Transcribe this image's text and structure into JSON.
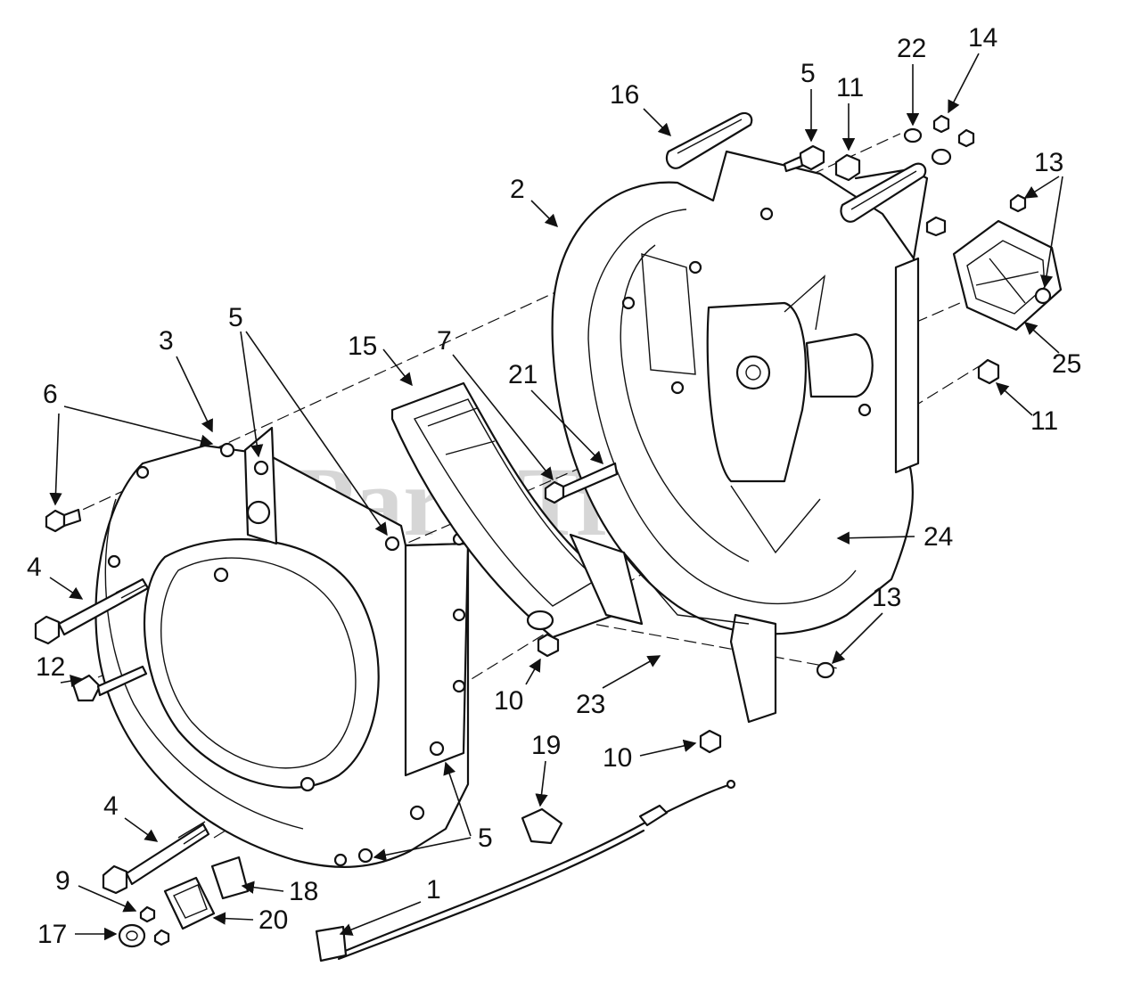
{
  "watermark": {
    "brand": "PartsTree",
    "trademark": "TM"
  },
  "callouts": {
    "c1": "1",
    "c2": "2",
    "c3": "3",
    "c4a": "4",
    "c4b": "4",
    "c5a": "5",
    "c5b": "5",
    "c5c": "5",
    "c6": "6",
    "c7": "7",
    "c9": "9",
    "c10a": "10",
    "c10b": "10",
    "c11a": "11",
    "c11b": "11",
    "c12": "12",
    "c13a": "13",
    "c13b": "13",
    "c14": "14",
    "c15": "15",
    "c16": "16",
    "c17": "17",
    "c18": "18",
    "c19": "19",
    "c20": "20",
    "c21": "21",
    "c22": "22",
    "c23": "23",
    "c24": "24",
    "c25": "25"
  }
}
